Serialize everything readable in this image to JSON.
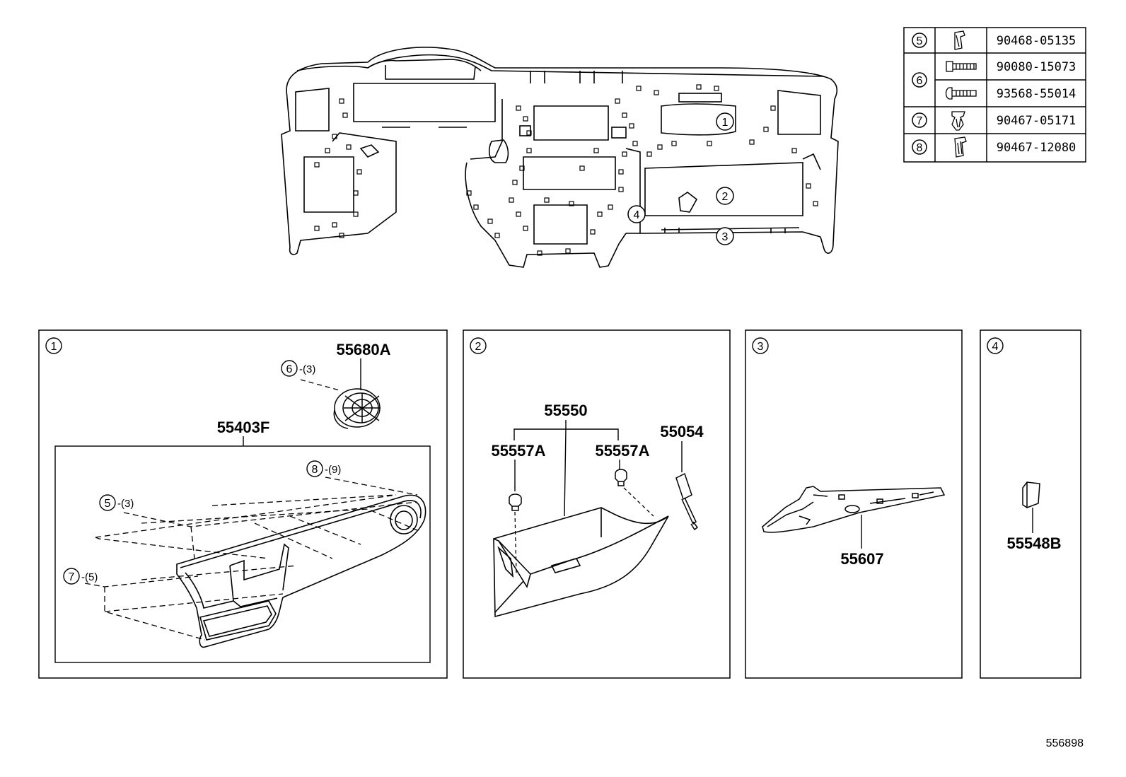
{
  "callouts": [
    "1",
    "2",
    "3",
    "4"
  ],
  "fastener_table": [
    {
      "ref": "5",
      "parts": [
        "90468-05135"
      ]
    },
    {
      "ref": "6",
      "parts": [
        "90080-15073",
        "93568-55014"
      ]
    },
    {
      "ref": "7",
      "parts": [
        "90467-05171"
      ]
    },
    {
      "ref": "8",
      "parts": [
        "90467-12080"
      ]
    }
  ],
  "panel1": {
    "ref": "1",
    "parts": {
      "p55680A": "55680A",
      "p55403F": "55403F"
    },
    "fasteners": [
      {
        "ref": "6",
        "qty": "-(3)"
      },
      {
        "ref": "8",
        "qty": "-(9)"
      },
      {
        "ref": "5",
        "qty": "-(3)"
      },
      {
        "ref": "7",
        "qty": "-(5)"
      }
    ]
  },
  "panel2": {
    "ref": "2",
    "parts": {
      "p55550": "55550",
      "p55557A_left": "55557A",
      "p55557A_right": "55557A",
      "p55054": "55054"
    }
  },
  "panel3": {
    "ref": "3",
    "part": "55607"
  },
  "panel4": {
    "ref": "4",
    "part": "55548B"
  },
  "diagram_id": "556898"
}
